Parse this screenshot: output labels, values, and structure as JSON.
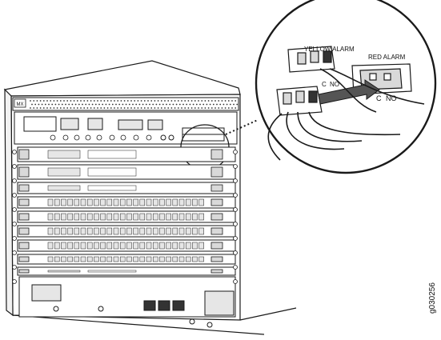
{
  "figure": {
    "callout_labels": {
      "yellow_alarm": "YELLOW ALARM",
      "red_alarm": "RED ALARM",
      "c_left": "C",
      "no_left": "NO",
      "c_right": "C",
      "no_right": "NO"
    },
    "figure_id": "g030256",
    "chassis_badge": "MX"
  },
  "colors": {
    "line": "#1a1a1a",
    "fill_panel": "#ffffff",
    "fill_card": "#d9d9d9",
    "fill_dark": "#333333"
  }
}
